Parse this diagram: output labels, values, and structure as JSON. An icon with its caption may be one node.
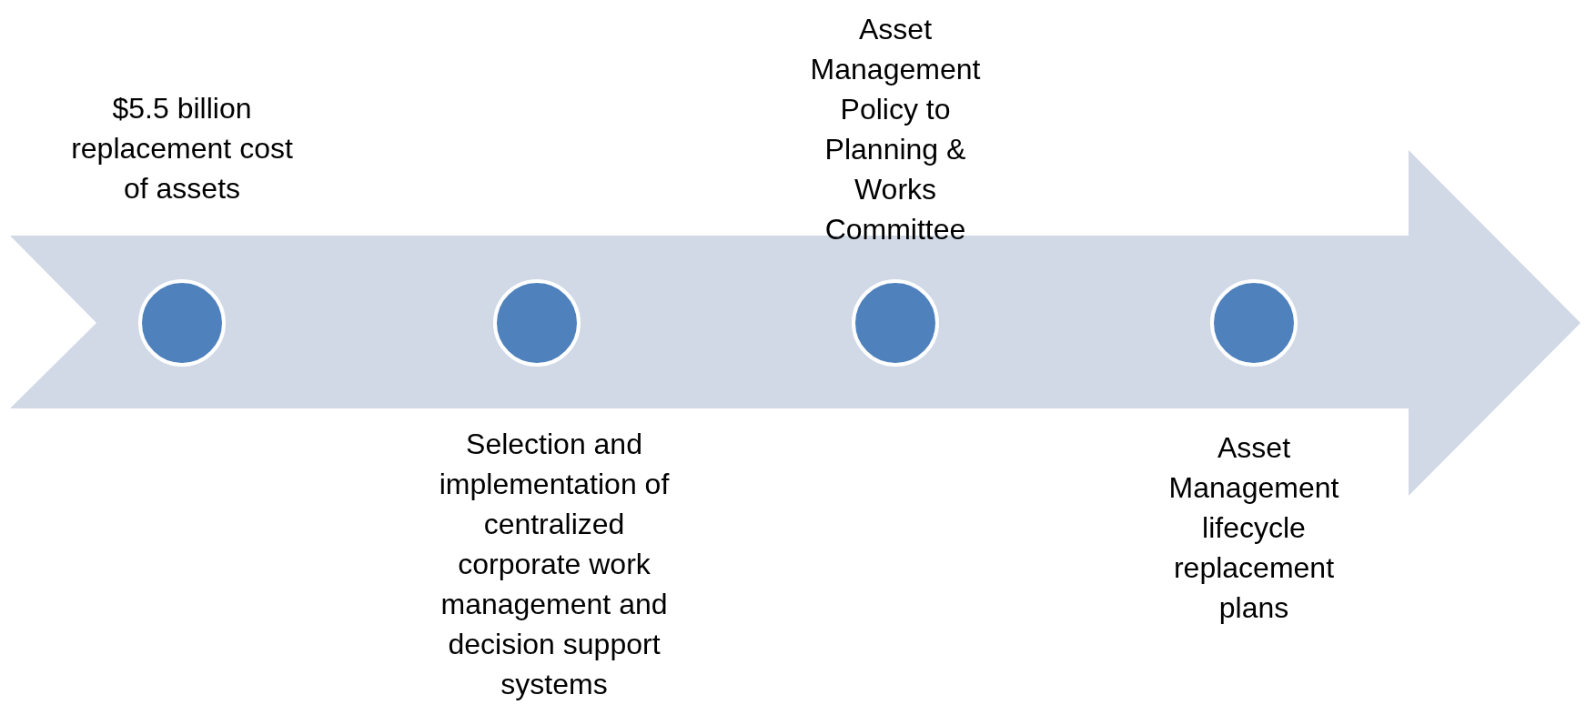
{
  "diagram": {
    "nodes": [
      {
        "text": [],
        "shape": "circle",
        "beside": [
          "$5.5 billion replacement cost of assets"
        ]
      },
      {
        "text": [],
        "shape": "circle",
        "beside": [
          "Selection and implementation of centralized corporate work management and decision support systems"
        ]
      },
      {
        "text": [],
        "shape": "circle",
        "beside": [
          "Asset Management Policy to Planning & Works Committee"
        ]
      },
      {
        "text": [],
        "shape": "circle",
        "beside": [
          "Asset Management lifecycle replacement plans"
        ]
      }
    ]
  }
}
